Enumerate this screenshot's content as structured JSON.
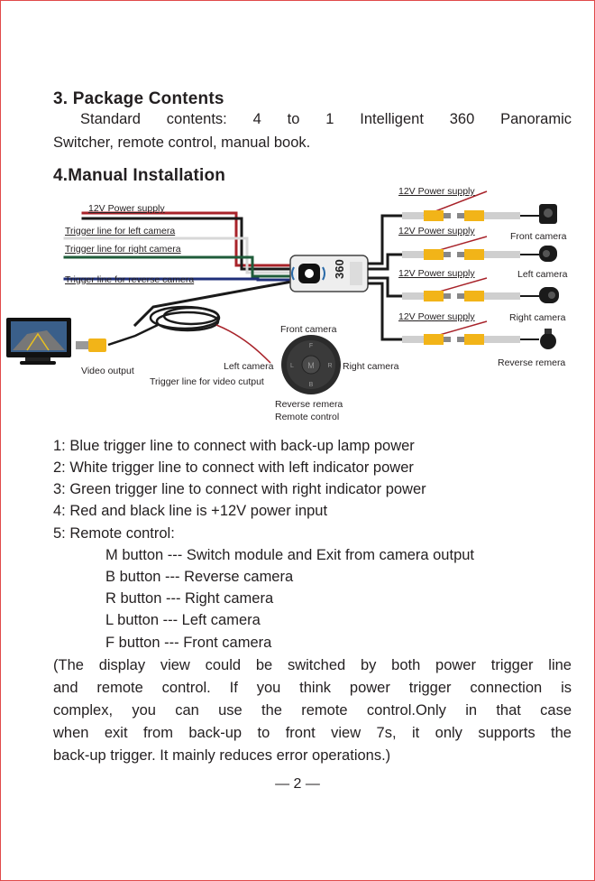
{
  "section3": {
    "heading": "3. Package Contents",
    "line1": "Standard contents: 4 to 1 Intelligent 360 Panoramic",
    "line2": "Switcher, remote control, manual book."
  },
  "section4": {
    "heading": "4.Manual Installation"
  },
  "diagram": {
    "left_labels": {
      "power": "12V Power supply",
      "trigger_left": "Trigger line for left camera",
      "trigger_right": "Trigger line for right camera",
      "trigger_reverse": "Trigger line for reverse camera"
    },
    "right_labels": {
      "power1": "12V Power supply",
      "power2": "12V Power supply",
      "power3": "12V Power supply",
      "power4": "12V Power supply",
      "front_camera": "Front camera",
      "left_camera": "Left camera",
      "right_camera": "Right camera",
      "reverse_camera": "Reverse remera"
    },
    "remote_labels": {
      "front": "Front camera",
      "left": "Left camera",
      "right": "Right camera",
      "reverse": "Reverse remera",
      "title": "Remote control",
      "btn_m": "M",
      "btn_f": "F",
      "btn_b": "B",
      "btn_l": "L",
      "btn_r": "R"
    },
    "video_output": "Video output",
    "trigger_video": "Trigger line for video cutput",
    "module_text": "360",
    "colors": {
      "power_red": "#a8232a",
      "trigger_white": "#d8d8d8",
      "trigger_green": "#1f5c3a",
      "trigger_blue": "#1f2f7a",
      "cable_black": "#1a1a1a",
      "rca_yellow": "#f2b418"
    }
  },
  "list": [
    "1: Blue trigger line to connect with back-up lamp power",
    "2: White trigger line to connect with left indicator power",
    "3: Green trigger line to connect with right indicator power",
    "4: Red and black line is +12V power input",
    "5: Remote control:"
  ],
  "remote_buttons": [
    "M button --- Switch module and Exit from camera output",
    "B button --- Reverse camera",
    "R button --- Right camera",
    "L  button --- Left camera",
    "F button --- Front camera"
  ],
  "note": [
    "(The display view could be switched by both power trigger line",
    "and remote control. If you think power trigger connection is",
    "complex, you can use the remote control.Only in that case",
    "when exit from back-up to front view 7s, it only supports the",
    "back-up trigger. It mainly reduces error operations.)"
  ],
  "page_number": "— 2 —"
}
